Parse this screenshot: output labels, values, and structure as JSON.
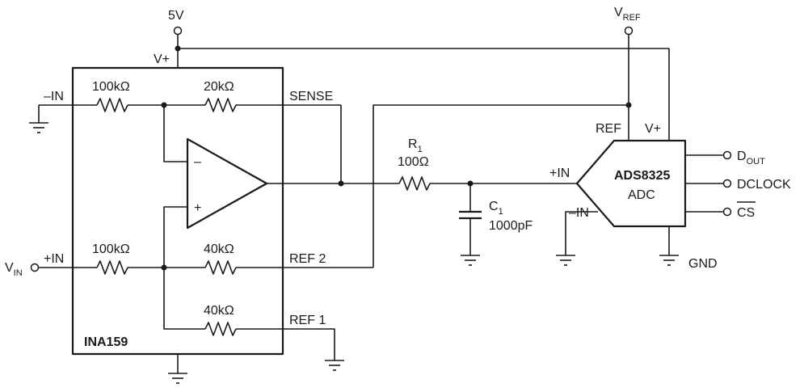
{
  "supply": {
    "label_5v": "5V",
    "label_vref": "V",
    "label_vref_sub": "REF",
    "label_vplus": "V+"
  },
  "ina": {
    "name": "INA159",
    "in_minus": "–IN",
    "in_plus": "+IN",
    "vplus": "V+",
    "sense": "SENSE",
    "ref2": "REF 2",
    "ref1": "REF 1",
    "r_in_minus": "100kΩ",
    "r_feedback": "20kΩ",
    "r_in_plus": "100kΩ",
    "r_ref2": "40kΩ",
    "r_ref1": "40kΩ",
    "opamp_minus": "–",
    "opamp_plus": "+"
  },
  "input": {
    "label": "V",
    "label_sub": "IN"
  },
  "filter": {
    "r_name": "R",
    "r_sub": "1",
    "r_value": "100Ω",
    "c_name": "C",
    "c_sub": "1",
    "c_value": "1000pF"
  },
  "adc": {
    "name": "ADS8325",
    "type": "ADC",
    "in_plus": "+IN",
    "in_minus": "–IN",
    "ref": "REF",
    "vplus": "V+",
    "gnd": "GND",
    "dout": "D",
    "dout_sub": "OUT",
    "dclock": "DCLOCK",
    "cs": "CS"
  }
}
